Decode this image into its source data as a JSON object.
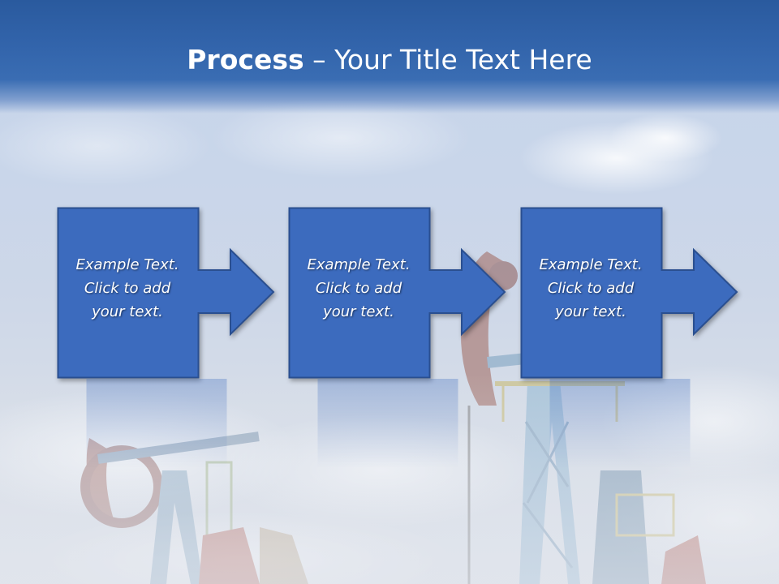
{
  "slide": {
    "title_bold": "Process",
    "title_rest": " – Your Title Text Here"
  },
  "steps": [
    {
      "line1": "Example Text.",
      "line2": "Click  to add",
      "line3": "your text."
    },
    {
      "line1": "Example Text.",
      "line2": "Click  to add",
      "line3": "your text."
    },
    {
      "line1": "Example Text.",
      "line2": "Click  to add",
      "line3": "your text."
    }
  ],
  "colors": {
    "title_bar": "#3264ab",
    "box_fill": "#3c6bbe",
    "box_border": "#2a4f90",
    "title_text": "#ffffff"
  },
  "icons": [
    "arrow-right-icon",
    "oil-pump-jack-photo"
  ]
}
